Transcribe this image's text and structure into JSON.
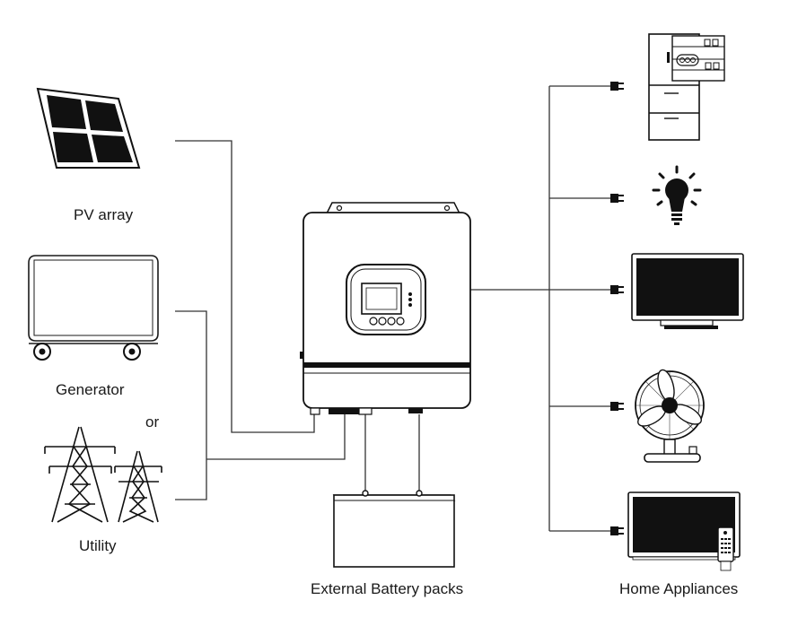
{
  "labels": {
    "pv_array": "PV array",
    "generator": "Generator",
    "or": "or",
    "utility": "Utility",
    "battery": "External Battery packs",
    "appliances": "Home Appliances"
  },
  "colors": {
    "line": "#333333",
    "ink": "#111111",
    "background": "#ffffff"
  },
  "icons": [
    "solar-panel-icon",
    "generator-icon",
    "transmission-tower-icon",
    "inverter-icon",
    "battery-icon",
    "plug-icon",
    "refrigerator-icon",
    "light-bulb-icon",
    "monitor-icon",
    "fan-icon",
    "tv-icon",
    "remote-control-icon"
  ]
}
